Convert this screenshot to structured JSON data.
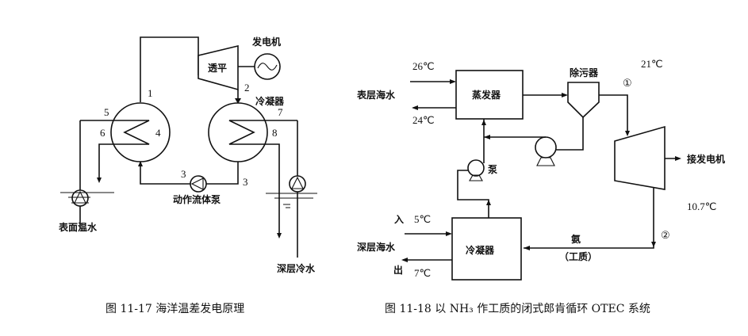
{
  "figure_left": {
    "caption": "图 11-17   海洋温差发电原理",
    "labels": {
      "generator": "发电机",
      "turbine": "透平",
      "condenser": "冷凝器",
      "pump": "动作流体泵",
      "surface_water": "表面温水",
      "deep_water": "深层冷水"
    },
    "numbers": {
      "n1": "1",
      "n2": "2",
      "n3a": "3",
      "n3b": "3",
      "n4": "4",
      "n5": "5",
      "n6": "6",
      "n7": "7",
      "n8": "8"
    },
    "icons": {
      "generator": "ac-generator-icon",
      "turbine": "turbine-icon",
      "evaporator": "heat-exchanger-icon",
      "condenser": "heat-exchanger-icon",
      "pump": "pump-icon"
    }
  },
  "figure_right": {
    "caption": "图 11-18   以 NH₃ 作工质的闭式郎肯循环 OTEC 系统",
    "labels": {
      "surface_seawater": "表层海水",
      "evaporator": "蒸发器",
      "separator": "除污器",
      "to_generator": "接发电机",
      "pump": "泵",
      "deep_seawater": "深层海水",
      "condenser": "冷凝器",
      "ammonia": "氨",
      "working_fluid": "（工质）",
      "inlet": "入",
      "outlet": "出"
    },
    "temperatures": {
      "surface_in": "26℃",
      "surface_out": "24℃",
      "turbine_in": "21℃",
      "turbine_out": "10.7℃",
      "deep_in": "5℃",
      "deep_out": "7℃"
    },
    "state_points": {
      "p1": "①",
      "p2": "②"
    }
  }
}
